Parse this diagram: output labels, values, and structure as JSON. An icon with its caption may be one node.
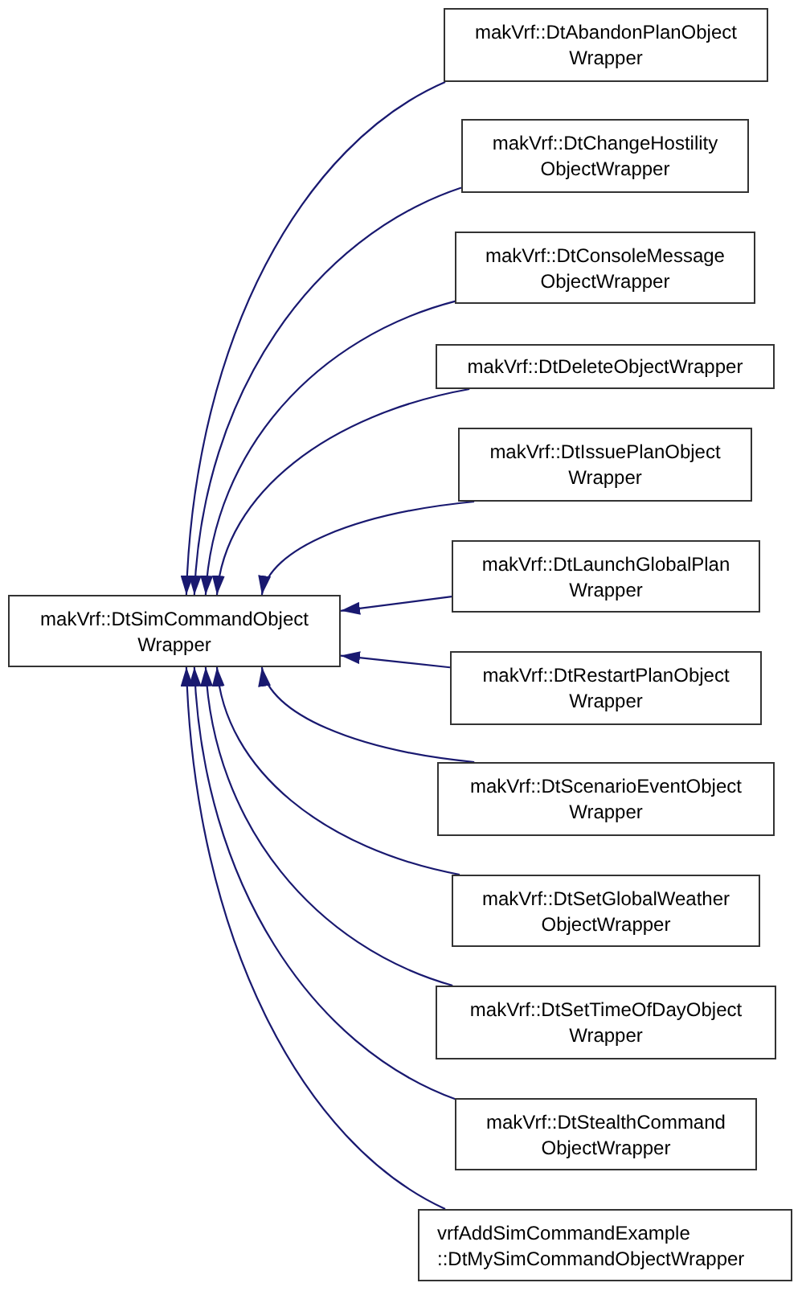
{
  "diagram": {
    "nodes": [
      {
        "text": [
          "makVrf::DtSimCommandObject Wrapper"
        ]
      },
      {
        "text": [
          "makVrf::DtAbandonPlanObject Wrapper"
        ]
      },
      {
        "text": [
          "makVrf::DtChangeHostility ObjectWrapper"
        ]
      },
      {
        "text": [
          "makVrf::DtConsoleMessage ObjectWrapper"
        ]
      },
      {
        "text": [
          "makVrf::DtDeleteObjectWrapper"
        ]
      },
      {
        "text": [
          "makVrf::DtIssuePlanObject Wrapper"
        ]
      },
      {
        "text": [
          "makVrf::DtLaunchGlobalPlan Wrapper"
        ]
      },
      {
        "text": [
          "makVrf::DtRestartPlanObject Wrapper"
        ]
      },
      {
        "text": [
          "makVrf::DtScenarioEventObject Wrapper"
        ]
      },
      {
        "text": [
          "makVrf::DtSetGlobalWeather ObjectWrapper"
        ]
      },
      {
        "text": [
          "makVrf::DtSetTimeOfDayObject Wrapper"
        ]
      },
      {
        "text": [
          "makVrf::DtStealthCommand ObjectWrapper"
        ]
      },
      {
        "text": [
          "vrfAddSimCommandExample ::DtMySimCommandObjectWrapper"
        ]
      }
    ],
    "edges": [
      {
        "from": 1,
        "to": 0,
        "arrow": "to"
      },
      {
        "from": 2,
        "to": 0,
        "arrow": "to"
      },
      {
        "from": 3,
        "to": 0,
        "arrow": "to"
      },
      {
        "from": 4,
        "to": 0,
        "arrow": "to"
      },
      {
        "from": 5,
        "to": 0,
        "arrow": "to"
      },
      {
        "from": 6,
        "to": 0,
        "arrow": "to"
      },
      {
        "from": 7,
        "to": 0,
        "arrow": "to"
      },
      {
        "from": 8,
        "to": 0,
        "arrow": "to"
      },
      {
        "from": 9,
        "to": 0,
        "arrow": "to"
      },
      {
        "from": 10,
        "to": 0,
        "arrow": "to"
      },
      {
        "from": 11,
        "to": 0,
        "arrow": "to"
      },
      {
        "from": 12,
        "to": 0,
        "arrow": "to"
      }
    ]
  }
}
